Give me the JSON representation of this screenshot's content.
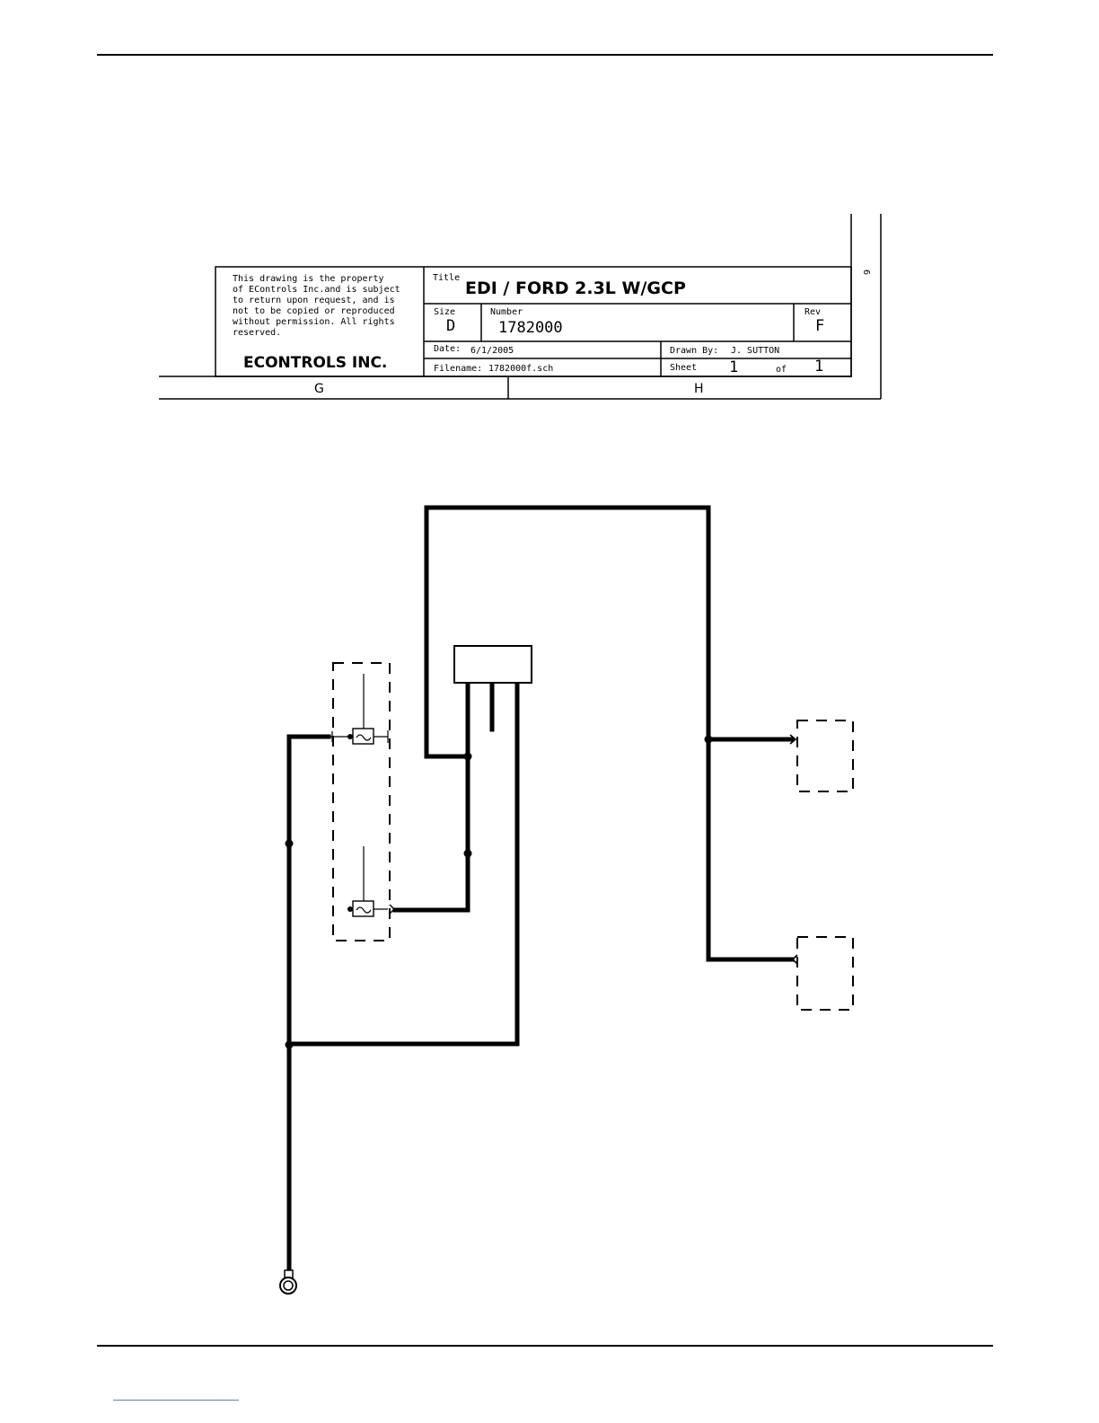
{
  "title_block": {
    "disclaimer": [
      "This drawing is the property",
      "of EControls Inc.and is subject",
      "to return upon request, and is",
      "not to be copied or reproduced",
      "without permission.  All rights",
      "reserved."
    ],
    "company": "ECONTROLS INC.",
    "title_label": "Title",
    "title": "EDI /  FORD 2.3L W/GCP",
    "size_label": "Size",
    "size": "D",
    "number_label": "Number",
    "number": "1782000",
    "rev_label": "Rev",
    "rev": "F",
    "date_label": "Date:",
    "date": "6/1/2005",
    "drawn_by_label": "Drawn By:",
    "drawn_by": "J. SUTTON",
    "filename_label": "Filename:",
    "filename": "1782000f.sch",
    "sheet_label": "Sheet",
    "sheet": "1",
    "of_label": "of",
    "sheet_total": "1",
    "side_marker": "6",
    "zones": [
      "G",
      "H"
    ]
  }
}
